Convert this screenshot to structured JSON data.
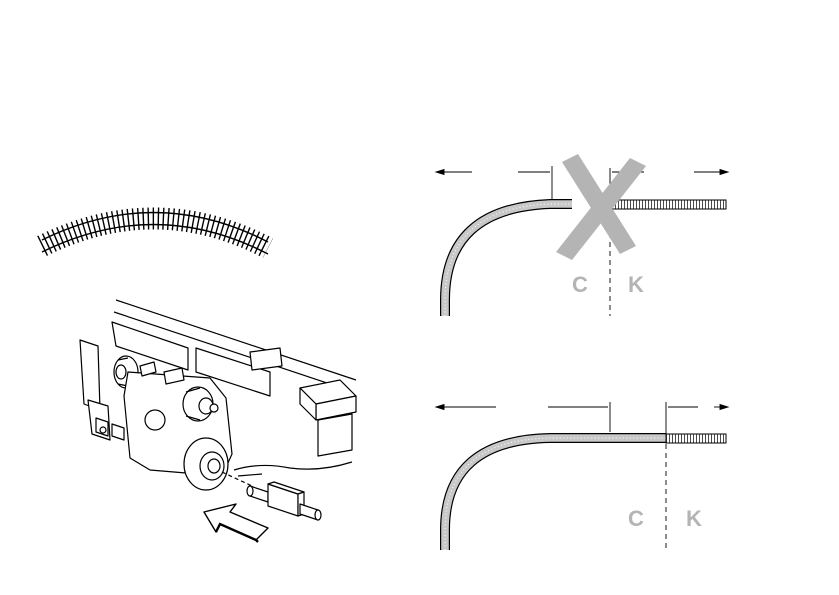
{
  "diagram": {
    "top_panel": {
      "label_left": "C",
      "label_right": "K",
      "status": "incorrect"
    },
    "bottom_panel": {
      "label_left": "C",
      "label_right": "K",
      "status": "correct"
    },
    "icons": {
      "cross": "cross-mark-icon",
      "arrow": "insertion-arrow-icon",
      "track": "curved-track-icon"
    },
    "colors": {
      "line": "#000000",
      "mark": "#b4b4b4",
      "background": "#ffffff"
    }
  }
}
